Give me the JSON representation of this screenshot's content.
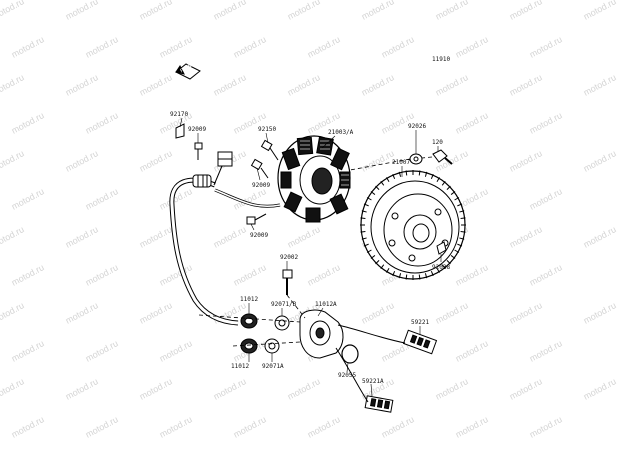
{
  "diagram_code": "11910",
  "front_arrow_text": "FRONT",
  "watermark_text": "motod.ru",
  "parts": {
    "p92170": "92170",
    "p92009a": "92009",
    "p92150": "92150",
    "p92009b": "92009",
    "p92009c": "92009",
    "p21003a": "21003/A",
    "p92026": "92026",
    "p120": "120",
    "p21007": "21007",
    "p92038": "92038",
    "p92002": "92002",
    "p11012a": "11012",
    "p92071b": "92071/B",
    "p11012": "11012A",
    "p11012b": "11012",
    "p92071a": "92071A",
    "p59221": "59221",
    "p92055": "92055",
    "p59221a": "59221A"
  }
}
